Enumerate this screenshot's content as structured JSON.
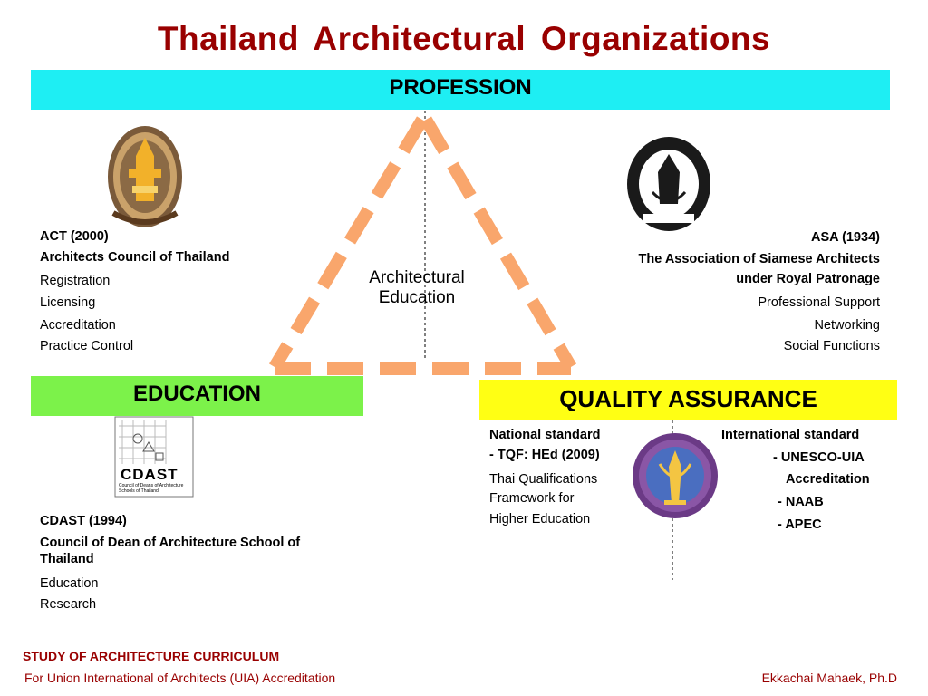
{
  "title": "Thailand  Architectural  Organizations",
  "bands": {
    "profession": "PROFESSION",
    "education": "EDUCATION",
    "quality_assurance": "QUALITY ASSURANCE"
  },
  "center_label": {
    "line1": "Architectural",
    "line2": "Education"
  },
  "act": {
    "name": "ACT (2000)",
    "full_name": "Architects Council of Thailand",
    "items": [
      "Registration",
      "Licensing",
      "Accreditation",
      "Practice Control"
    ]
  },
  "asa": {
    "name": "ASA (1934)",
    "full_name_line1": "The Association of Siamese Architects",
    "full_name_line2": "under Royal Patronage",
    "items": [
      "Professional Support",
      "Networking",
      "Social Functions"
    ]
  },
  "cdast": {
    "logo_text": "CDAST",
    "logo_subtext_line1": "Council of Deans of Architecture",
    "logo_subtext_line2": "Schools of Thailand",
    "name": "CDAST (1994)",
    "full_name_line1": "Council of Dean of Architecture School of",
    "full_name_line2": "Thailand",
    "items": [
      "Education",
      "Research"
    ]
  },
  "national": {
    "heading": "National standard",
    "sub": "- TQF: HEd (2009)",
    "desc_line1": "Thai Qualifications",
    "desc_line2": "Framework for",
    "desc_line3": "Higher Education"
  },
  "international": {
    "heading": "International standard",
    "line1": "- UNESCO-UIA",
    "line2": "Accreditation",
    "line3": "- NAAB",
    "line4": "- APEC"
  },
  "footer": {
    "line1": "STUDY OF ARCHITECTURE CURRICULUM",
    "line2": "For Union International of Architects (UIA) Accreditation",
    "author": "Ekkachai  Mahaek, Ph.D"
  },
  "colors": {
    "title": "#990000",
    "profession_band": "#1EEEF3",
    "education_band": "#7CF24A",
    "qa_band": "#FFFF14",
    "triangle_dash": "#F9A66C"
  }
}
